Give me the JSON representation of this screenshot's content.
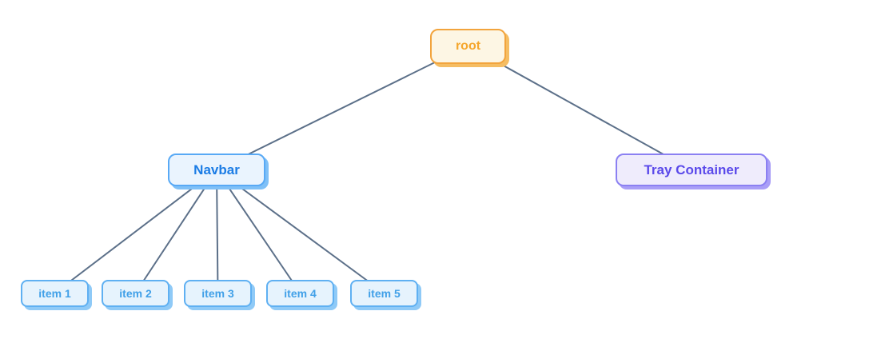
{
  "diagram": {
    "type": "tree",
    "background_color": "#ffffff",
    "edge_color": "#5c7089",
    "nodes": {
      "root": {
        "label": "root",
        "fill": "#fdf6e4",
        "border": "#f2a43d",
        "text_color": "#f5a62c",
        "shadow": "#f5bd63"
      },
      "navbar": {
        "label": "Navbar",
        "fill": "#eaf4fe",
        "border": "#58a9f5",
        "text_color": "#1b7ce5",
        "shadow": "#7fc0f7"
      },
      "tray": {
        "label": "Tray Container",
        "fill": "#efecfc",
        "border": "#8b80f2",
        "text_color": "#5a49ea",
        "shadow": "#a99ef7"
      },
      "item1": {
        "label": "item 1",
        "fill": "#e6f3fd",
        "border": "#5fb0f2",
        "text_color": "#41a0e8",
        "shadow": "#8fcaf7"
      },
      "item2": {
        "label": "item 2",
        "fill": "#e6f3fd",
        "border": "#5fb0f2",
        "text_color": "#41a0e8",
        "shadow": "#8fcaf7"
      },
      "item3": {
        "label": "item 3",
        "fill": "#e6f3fd",
        "border": "#5fb0f2",
        "text_color": "#41a0e8",
        "shadow": "#8fcaf7"
      },
      "item4": {
        "label": "item 4",
        "fill": "#e6f3fd",
        "border": "#5fb0f2",
        "text_color": "#41a0e8",
        "shadow": "#8fcaf7"
      },
      "item5": {
        "label": "item 5",
        "fill": "#e6f3fd",
        "border": "#5fb0f2",
        "text_color": "#41a0e8",
        "shadow": "#8fcaf7"
      }
    },
    "edges": [
      {
        "from": "root",
        "to": "navbar"
      },
      {
        "from": "root",
        "to": "tray"
      },
      {
        "from": "navbar",
        "to": "item1"
      },
      {
        "from": "navbar",
        "to": "item2"
      },
      {
        "from": "navbar",
        "to": "item3"
      },
      {
        "from": "navbar",
        "to": "item4"
      },
      {
        "from": "navbar",
        "to": "item5"
      }
    ]
  }
}
